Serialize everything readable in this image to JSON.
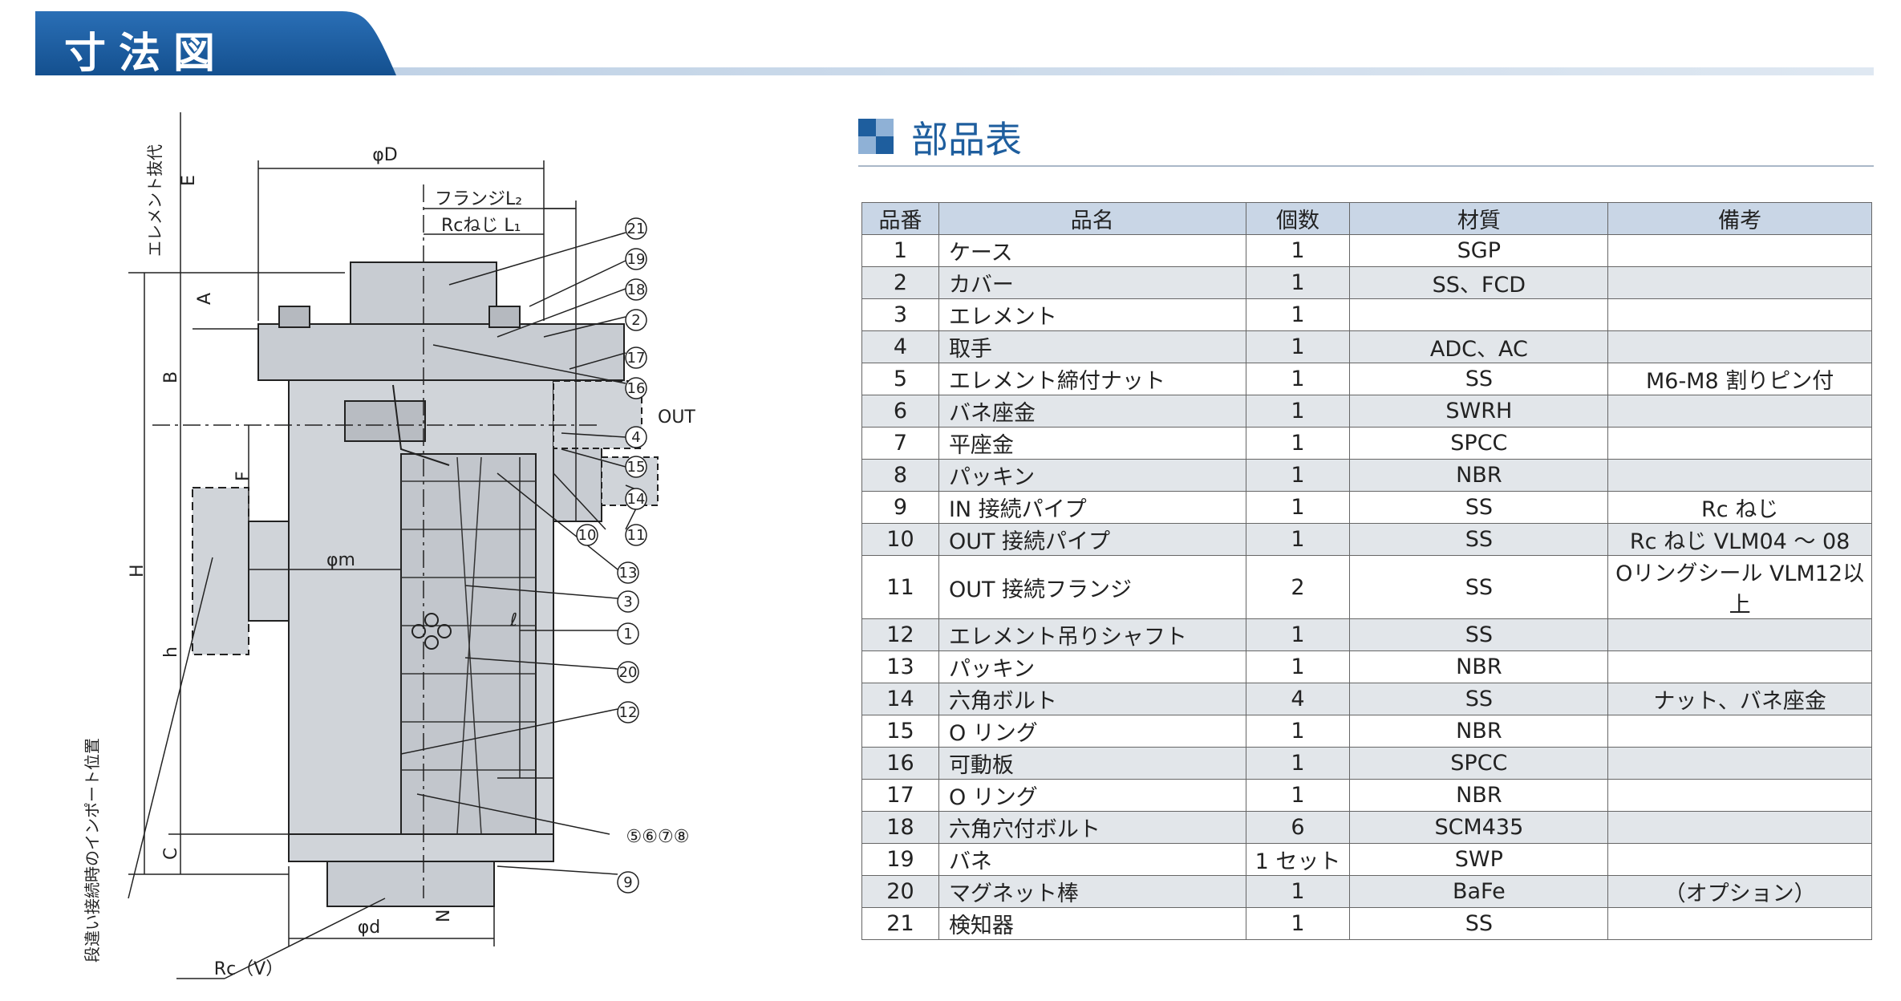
{
  "header": {
    "title": "寸法図"
  },
  "drawing": {
    "labels": {
      "phiD": "φD",
      "flange_l2": "フランジL₂",
      "rc_l1": "Rcねじ L₁",
      "element_pull": "エレメント抜代",
      "E": "E",
      "A": "A",
      "B": "B",
      "F": "F",
      "H": "H",
      "h": "h",
      "C": "C",
      "phim": "φm",
      "ell": "ℓ",
      "phid": "φd",
      "N": "N",
      "out": "OUT",
      "rcv": "Rc（V）",
      "inport": "段違い接続時のインポート位置"
    },
    "callouts": [
      "21",
      "19",
      "18",
      "2",
      "17",
      "16",
      "4",
      "15",
      "14",
      "11",
      "10",
      "13",
      "3",
      "1",
      "20",
      "12",
      "⑤⑥⑦⑧",
      "9"
    ]
  },
  "parts": {
    "title": "部品表",
    "headers": [
      "品番",
      "品名",
      "個数",
      "材質",
      "備考"
    ],
    "rows": [
      [
        "1",
        "ケース",
        "1",
        "SGP",
        ""
      ],
      [
        "2",
        "カバー",
        "1",
        "SS、FCD",
        ""
      ],
      [
        "3",
        "エレメント",
        "1",
        "",
        ""
      ],
      [
        "4",
        "取手",
        "1",
        "ADC、AC",
        ""
      ],
      [
        "5",
        "エレメント締付ナット",
        "1",
        "SS",
        "M6-M8 割りピン付"
      ],
      [
        "6",
        "バネ座金",
        "1",
        "SWRH",
        ""
      ],
      [
        "7",
        "平座金",
        "1",
        "SPCC",
        ""
      ],
      [
        "8",
        "パッキン",
        "1",
        "NBR",
        ""
      ],
      [
        "9",
        "IN 接続パイプ",
        "1",
        "SS",
        "Rc ねじ"
      ],
      [
        "10",
        "OUT 接続パイプ",
        "1",
        "SS",
        "Rc ねじ VLM04 ～ 08"
      ],
      [
        "11",
        "OUT 接続フランジ",
        "2",
        "SS",
        "Oリングシール VLM12以上"
      ],
      [
        "12",
        "エレメント吊りシャフト",
        "1",
        "SS",
        ""
      ],
      [
        "13",
        "パッキン",
        "1",
        "NBR",
        ""
      ],
      [
        "14",
        "六角ボルト",
        "4",
        "SS",
        "ナット、バネ座金"
      ],
      [
        "15",
        "O リング",
        "1",
        "NBR",
        ""
      ],
      [
        "16",
        "可動板",
        "1",
        "SPCC",
        ""
      ],
      [
        "17",
        "O リング",
        "1",
        "NBR",
        ""
      ],
      [
        "18",
        "六角穴付ボルト",
        "6",
        "SCM435",
        ""
      ],
      [
        "19",
        "バネ",
        "1 セット",
        "SWP",
        ""
      ],
      [
        "20",
        "マグネット棒",
        "1",
        "BaFe",
        "（オプション）"
      ],
      [
        "21",
        "検知器",
        "1",
        "SS",
        ""
      ]
    ]
  }
}
